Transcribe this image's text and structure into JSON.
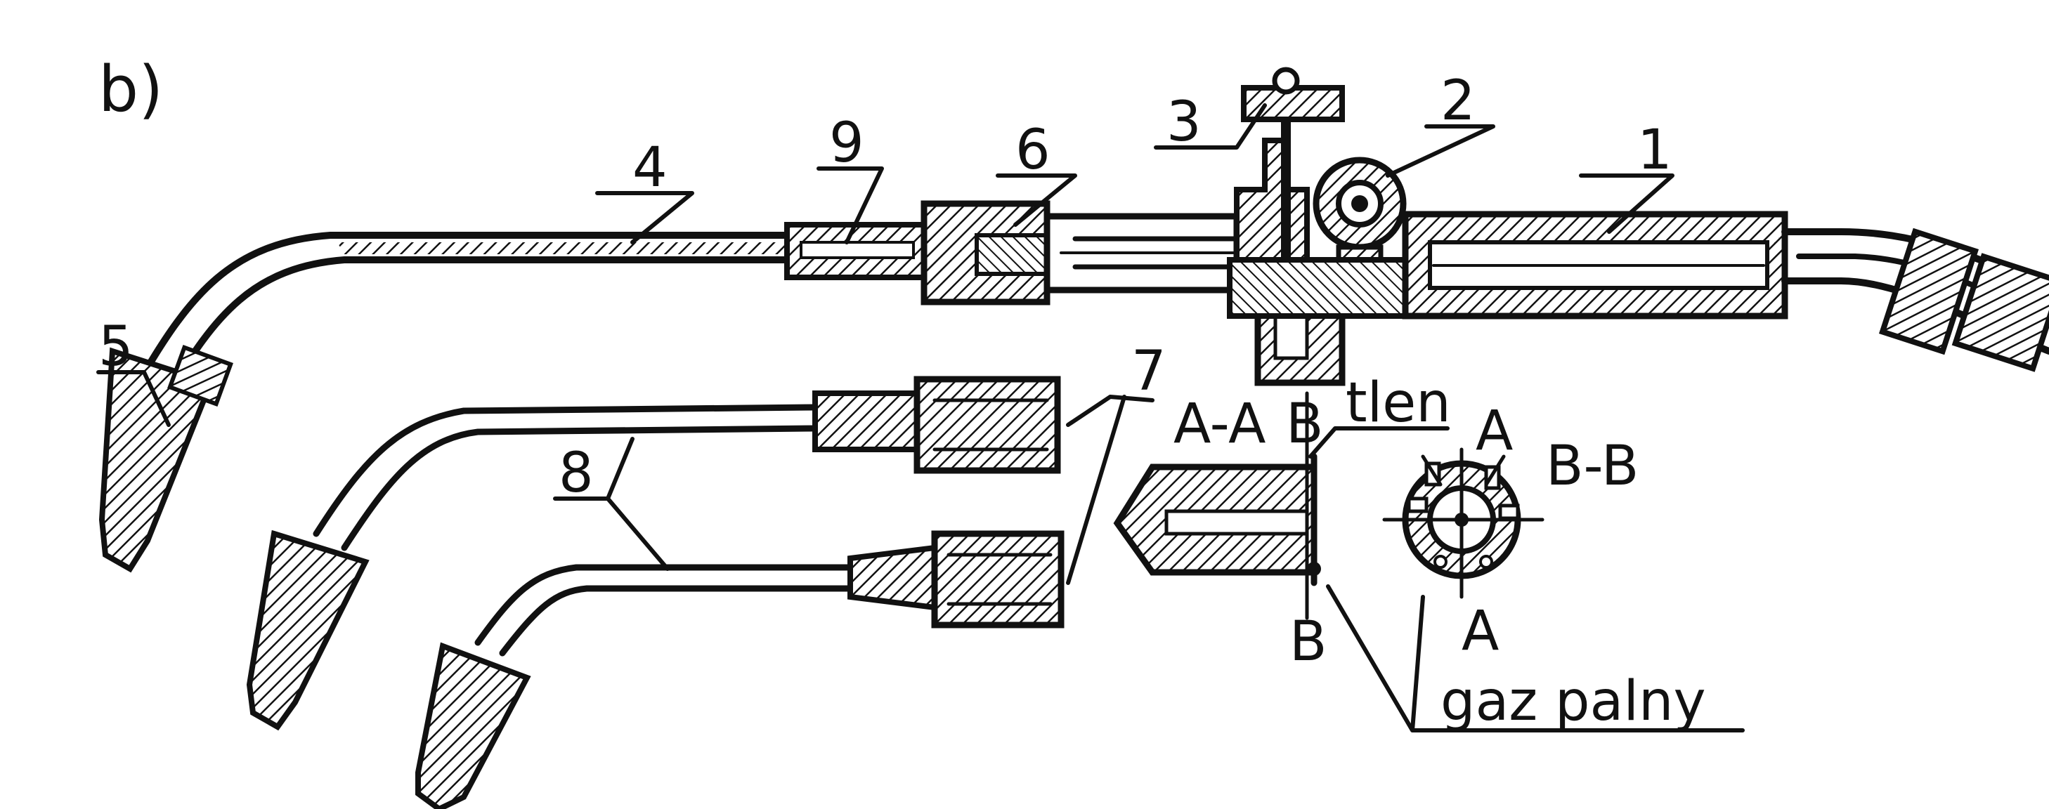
{
  "figure": {
    "panel_label": "b)",
    "callouts": [
      "1",
      "2",
      "3",
      "4",
      "5",
      "6",
      "7",
      "8",
      "9"
    ],
    "section_labels": {
      "aa": "A-A",
      "bb": "B-B",
      "b_top": "B",
      "b_bottom": "B",
      "a_top": "A",
      "a_bottom": "A"
    },
    "annotations": {
      "oxygen": "tlen",
      "fuel_gas": "gaz palny"
    }
  }
}
